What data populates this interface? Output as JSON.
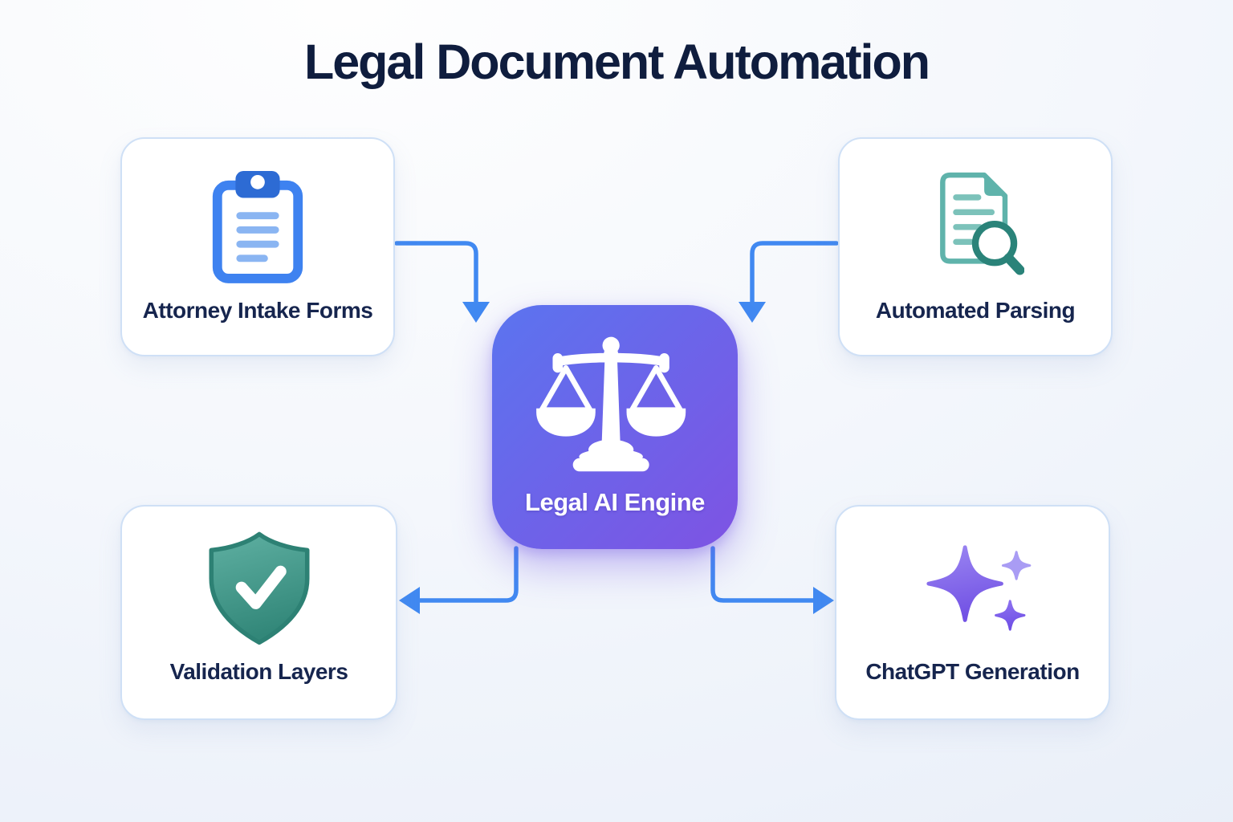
{
  "title": "Legal Document Automation",
  "center": {
    "label": "Legal AI Engine",
    "icon": "scales-of-justice-icon"
  },
  "nodes": [
    {
      "id": "attorney-intake-forms",
      "label": "Attorney Intake Forms",
      "icon": "clipboard-icon",
      "position": "top-left"
    },
    {
      "id": "automated-parsing",
      "label": "Automated Parsing",
      "icon": "document-search-icon",
      "position": "top-right"
    },
    {
      "id": "validation-layers",
      "label": "Validation Layers",
      "icon": "shield-check-icon",
      "position": "bottom-left"
    },
    {
      "id": "chatgpt-generation",
      "label": "ChatGPT Generation",
      "icon": "sparkles-icon",
      "position": "bottom-right"
    }
  ],
  "connections": [
    {
      "from": "attorney-intake-forms",
      "to": "legal-ai-engine"
    },
    {
      "from": "automated-parsing",
      "to": "legal-ai-engine"
    },
    {
      "from": "legal-ai-engine",
      "to": "validation-layers"
    },
    {
      "from": "legal-ai-engine",
      "to": "chatgpt-generation"
    }
  ],
  "colors": {
    "title_text": "#0f1d3e",
    "label_text": "#16254e",
    "card_bg": "#ffffff",
    "card_border": "#cfe0f6",
    "arrow": "#4189f1",
    "center_gradient_start": "#5b74ef",
    "center_gradient_end": "#7e53e3",
    "center_label_text": "#ffffff",
    "clipboard_blue": "#3e82f0",
    "clipboard_clip_blue": "#2d6bd4",
    "clipboard_line_blue": "#8ab5f2",
    "doc_teal": "#5fb3ab",
    "doc_line_teal": "#7cc2ba",
    "magnifier_teal": "#2a8379",
    "shield_rim": "#2d8174",
    "shield_fill_start": "#5fb0a2",
    "shield_fill_end": "#328779",
    "sparkle_start": "#9b86f2",
    "sparkle_end": "#7252e4",
    "sparkle_small": "#a99cf4"
  }
}
